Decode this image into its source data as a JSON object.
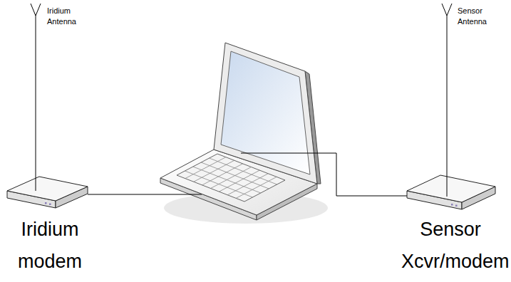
{
  "diagram": {
    "nodes": [
      {
        "text": [
          "Iridium modem"
        ]
      },
      {
        "text": [
          "Sensor Xcvr/modem"
        ]
      }
    ],
    "labels": [
      "Iridium Antenna",
      "Sensor Antenna"
    ]
  }
}
